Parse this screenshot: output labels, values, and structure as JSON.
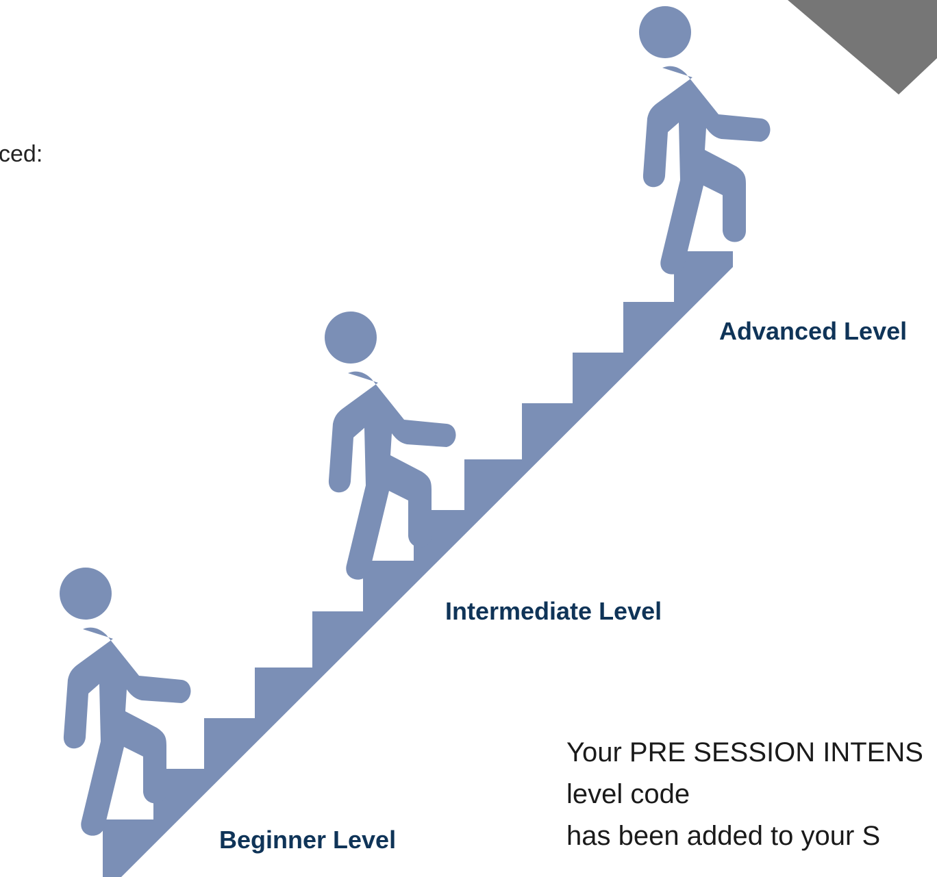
{
  "side_text": "ced:",
  "levels": [
    {
      "label": "Beginner Level"
    },
    {
      "label": "Intermediate Level"
    },
    {
      "label": "Advanced Level"
    }
  ],
  "note_lines": [
    "Your PRE SESSION INTENS",
    "level code",
    "has been added to your S"
  ],
  "colors": {
    "figure": "#7b8fb6",
    "stairs": "#7b8fb6",
    "label": "#0f3458",
    "corner_shape": "#767676"
  },
  "icons": [
    "walking-person-icon",
    "staircase-graphic",
    "corner-arrow-shape"
  ]
}
